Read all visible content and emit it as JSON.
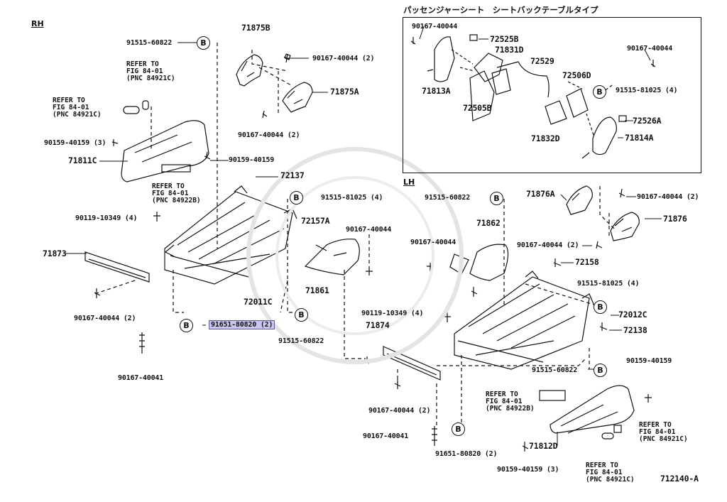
{
  "sections": {
    "rh": "RH",
    "lh": "LH"
  },
  "inset": {
    "title": "パッセンジャーシート　シートバックテーブルタイプ"
  },
  "footer": {
    "diagram_code": "712140-A"
  },
  "callout_letter": "B",
  "labels": {
    "p91515_60822_rh": "91515-60822",
    "p71875b": "71875B",
    "p90167_40044_2_a": "90167-40044 (2)",
    "p71875a": "71875A",
    "p90167_40044_2_b": "90167-40044 (2)",
    "p90159_40159_3_rh": "90159-40159 (3)",
    "p71811c": "71811C",
    "p90159_40159_rh": "90159-40159",
    "p72137": "72137",
    "p91515_81025_4_rh": "91515-81025 (4)",
    "p90119_10349_4_rh": "90119-10349 (4)",
    "p72157a": "72157A",
    "p90167_40044_mid": "90167-40044",
    "p71873": "71873",
    "p71861": "71861",
    "p72011c": "72011C",
    "p90167_40044_2_c": "90167-40044 (2)",
    "p91651_80820_2_rh": "91651-80820 (2)",
    "p91515_60822_low": "91515-60822",
    "p90167_40041_rh": "90167-40041",
    "i90167_40044_a": "90167-40044",
    "i72525b": "72525B",
    "i71831d": "71831D",
    "i72529": "72529",
    "i90167_40044_b": "90167-40044",
    "i71813a": "71813A",
    "i72506d": "72506D",
    "i91515_81025_4": "91515-81025 (4)",
    "i72505b": "72505B",
    "i72526a": "72526A",
    "i71832d": "71832D",
    "i71814a": "71814A",
    "l91515_60822_a": "91515-60822",
    "l71876a": "71876A",
    "l90167_40044_2_a": "90167-40044 (2)",
    "l71862": "71862",
    "l90167_40044_left": "90167-40044",
    "l71876": "71876",
    "l90167_40044_2_b": "90167-40044 (2)",
    "l72158": "72158",
    "l91515_81025_4": "91515-81025 (4)",
    "l90119_10349_4": "90119-10349 (4)",
    "l72012c": "72012C",
    "l71874": "71874",
    "l72138": "72138",
    "l91515_60822_b": "91515-60822",
    "l90159_40159": "90159-40159",
    "l90167_40044_2_c": "90167-40044 (2)",
    "l90167_40041": "90167-40041",
    "l91651_80820_2": "91651-80820 (2)",
    "l71812d": "71812D",
    "l90159_40159_3": "90159-40159 (3)"
  },
  "refs": {
    "r1": [
      "REFER TO",
      "FIG 84-01",
      "(PNC 84921C)"
    ],
    "r2": [
      "REFER TO",
      "FIG 84-01",
      "(PNC 84921C)"
    ],
    "r3": [
      "REFER TO",
      "FIG 84-01",
      "(PNC 84922B)"
    ],
    "r4": [
      "REFER TO",
      "FIG 84-01",
      "(PNC 84922B)"
    ],
    "r5": [
      "REFER TO",
      "FIG 84-01",
      "(PNC 84921C)"
    ],
    "r6": [
      "REFER TO",
      "FIG 84-01",
      "(PNC 84921C)"
    ]
  },
  "colors": {
    "line": "#111111",
    "highlight": "#c8c8ee",
    "highlight_border": "#5a5aa8"
  }
}
